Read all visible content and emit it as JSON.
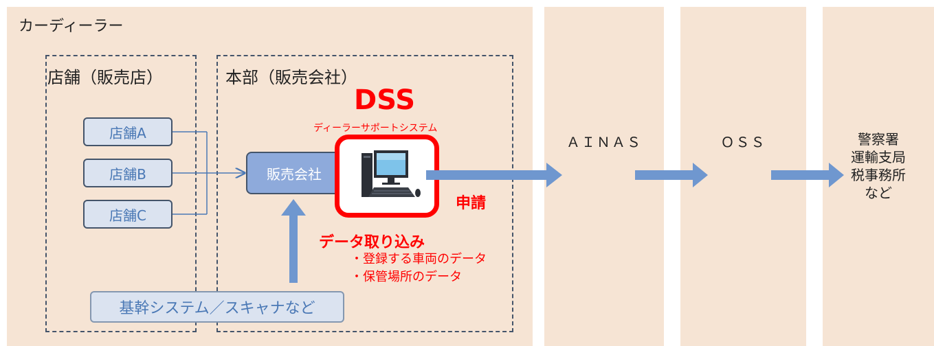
{
  "dealer_label": "カーディーラー",
  "store_group_label": "店舗（販売店）",
  "hq_group_label": "本部（販売会社）",
  "stores": [
    "店舗A",
    "店舗B",
    "店舗C"
  ],
  "hq_node": "販売会社",
  "dss": {
    "title": "DSS",
    "subtitle": "ディーラーサポートシステム",
    "icon": "desktop-computer-icon"
  },
  "apply_label": "申請",
  "import_label": "データ取り込み",
  "import_items": [
    "・登録する車両のデータ",
    "・保管場所のデータ"
  ],
  "source_node": "基幹システム／スキャナなど",
  "ainas_label": "ＡＩＮＡＳ",
  "oss_label": "ＯＳＳ",
  "destinations": [
    "警察署",
    "運輸支局",
    "税事務所",
    "など"
  ],
  "colors": {
    "panel": "#f6e4d4",
    "arrow": "#6f97cf",
    "accent": "#ff0000",
    "node_fill": "#dbe3f0",
    "node_text": "#4a78b5"
  }
}
